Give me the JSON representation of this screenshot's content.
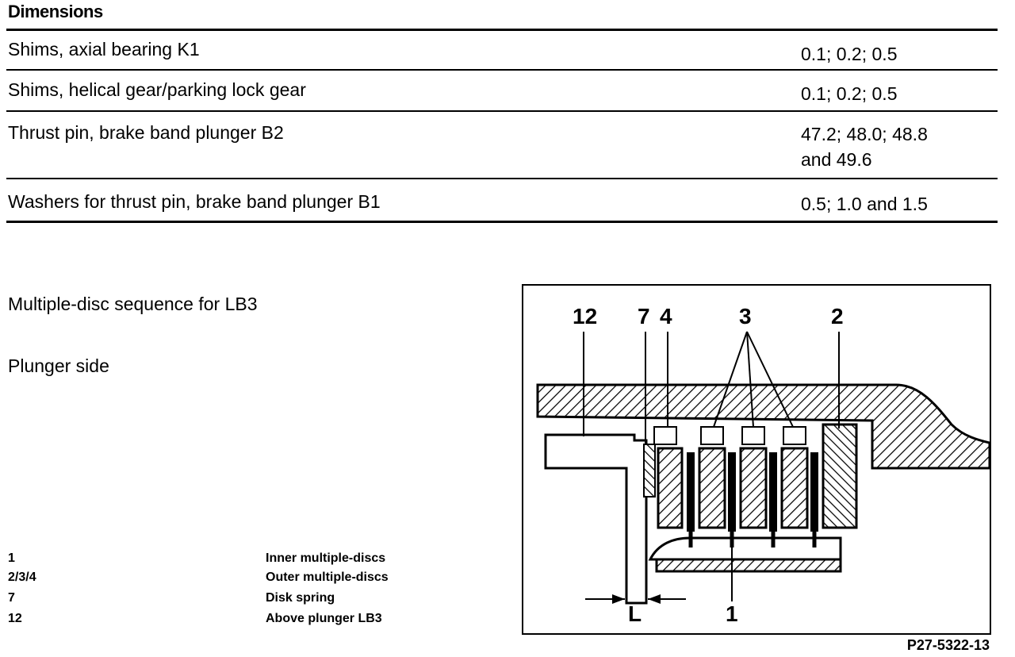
{
  "table": {
    "title": "Dimensions",
    "rows": [
      {
        "item": "Shims, axial bearing K1",
        "value": "0.1; 0.2; 0.5"
      },
      {
        "item": "Shims, helical gear/parking lock gear",
        "value": "0.1; 0.2; 0.5"
      },
      {
        "item": "Thrust pin, brake band plunger B2",
        "value": "47.2; 48.0; 48.8",
        "value2": "and 49.6"
      },
      {
        "item": "Washers for thrust pin, brake band plunger B1",
        "value": "0.5; 1.0 and 1.5"
      }
    ]
  },
  "figure": {
    "caption": "Multiple-disc sequence for LB3",
    "side_label": "Plunger side",
    "figure_code": "P27-5322-13",
    "callouts": {
      "c12": "12",
      "c7": "7",
      "c4": "4",
      "c3": "3",
      "c2": "2",
      "c1": "1",
      "dim": "L"
    },
    "legend": [
      {
        "key": "1",
        "label": "Inner multiple-discs"
      },
      {
        "key": "2/3/4",
        "label": "Outer multiple-discs"
      },
      {
        "key": "7",
        "label": "Disk spring"
      },
      {
        "key": "12",
        "label": "Above plunger LB3"
      }
    ]
  }
}
